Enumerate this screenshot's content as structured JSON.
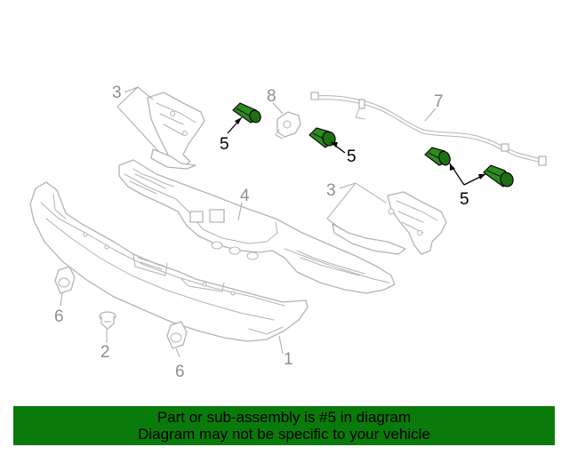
{
  "callouts": {
    "c1": "1",
    "c2": "2",
    "c3a": "3",
    "c3b": "3",
    "c4": "4",
    "c5a": "5",
    "c5b": "5",
    "c5c": "5",
    "c6a": "6",
    "c6b": "6",
    "c7": "7",
    "c8": "8"
  },
  "highlight_part": "5",
  "colors": {
    "banner": "#0a7a0a",
    "sensor": "#2e8b1f",
    "line_art": "#b3b3b3"
  },
  "banner": {
    "line1": "Part or sub-assembly is #5 in diagram",
    "line2": "Diagram may not be specific to your vehicle"
  }
}
